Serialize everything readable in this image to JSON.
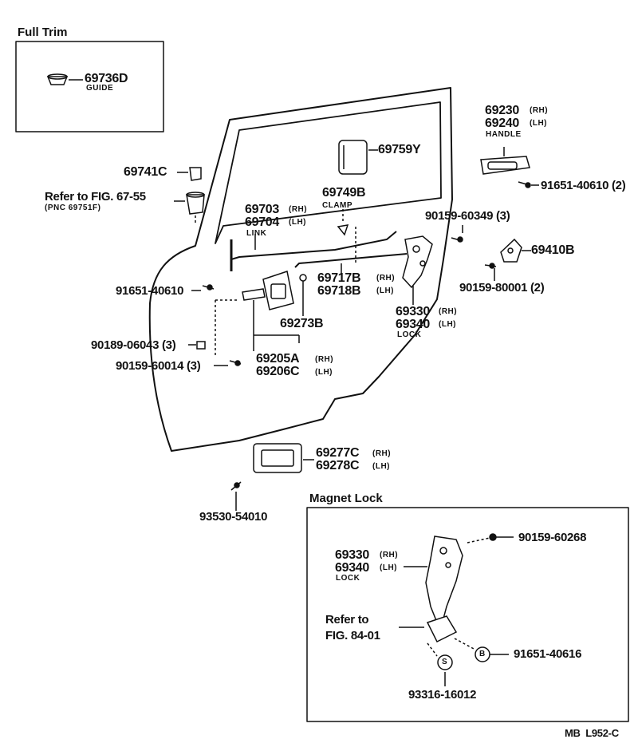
{
  "labels": {
    "full_trim": "Full Trim",
    "p69736d": "69736D",
    "guide": "GUIDE",
    "p69741c": "69741C",
    "refer_6755": "Refer to FIG. 67-55",
    "pnc_69751f": "(PNC 69751F)",
    "p69759y": "69759Y",
    "p69749b": "69749B",
    "clamp": "CLAMP",
    "p69230": "69230",
    "rh": "(RH)",
    "lh": "(LH)",
    "p69240": "69240",
    "handle": "HANDLE",
    "s91651_40610_2": "91651-40610 (2)",
    "s90159_60349_3": "90159-60349 (3)",
    "p69703": "69703",
    "p69704": "69704",
    "link": "LINK",
    "p69410b": "69410B",
    "s91651_40610": "91651-40610",
    "p69717b": "69717B",
    "p69718b": "69718B",
    "s90159_80001_2": "90159-80001 (2)",
    "p69273b": "69273B",
    "p69330": "69330",
    "p69340": "69340",
    "lock": "LOCK",
    "s90189_06043_3": "90189-06043 (3)",
    "p69205a": "69205A",
    "p69206c": "69206C",
    "s90159_60014_3": "90159-60014 (3)",
    "p69277c": "69277C",
    "p69278c": "69278C",
    "s93530_54010": "93530-54010",
    "magnet_lock": "Magnet Lock",
    "s90159_60268": "90159-60268",
    "refer_to": "Refer to",
    "fig_8401": "FIG. 84-01",
    "s91651_40616": "91651-40616",
    "s93316_16012": "93316-16012",
    "circle_b": "B",
    "circle_s": "S",
    "ref_code": "MB  L952-C"
  }
}
